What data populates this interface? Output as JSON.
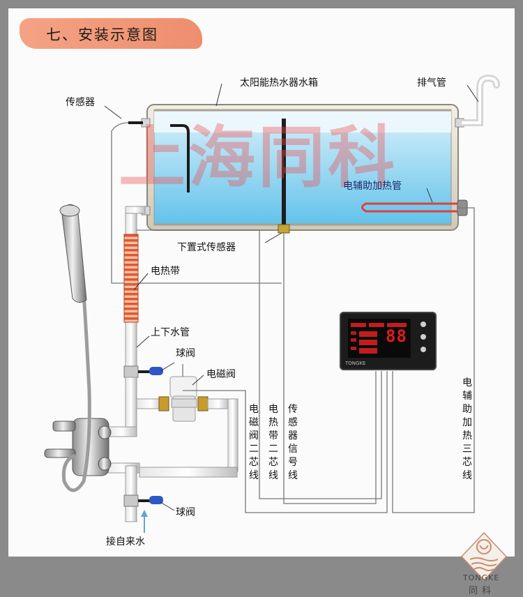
{
  "title": "七、安装示意图",
  "watermark": "上海同科",
  "labels": {
    "tank": "太阳能热水器水箱",
    "vent_pipe": "排气管",
    "sensor": "传感器",
    "aux_heater": "电辅助加热管",
    "bottom_sensor": "下置式传感器",
    "heat_tape": "电热带",
    "up_down_pipe": "上下水管",
    "ball_valve_top": "球阀",
    "solenoid_valve": "电磁阀",
    "ball_valve_bottom": "球阀",
    "water_inlet": "接自来水",
    "wire_solenoid": "电磁阀二芯线",
    "wire_heat_tape": "电热带二芯线",
    "wire_sensor": "传感器信号线",
    "wire_aux": "电辅助加热三芯线"
  },
  "controller": {
    "display": "88",
    "brand": "TONGKE"
  },
  "logo": {
    "english": "TONGKE",
    "chinese": "同科"
  },
  "colors": {
    "water": "#8fd3ee",
    "heat_tape": "#e4572e",
    "valve_handle": "#2d58c8",
    "banner": "#f09a7a",
    "display": "#e01a1a"
  }
}
